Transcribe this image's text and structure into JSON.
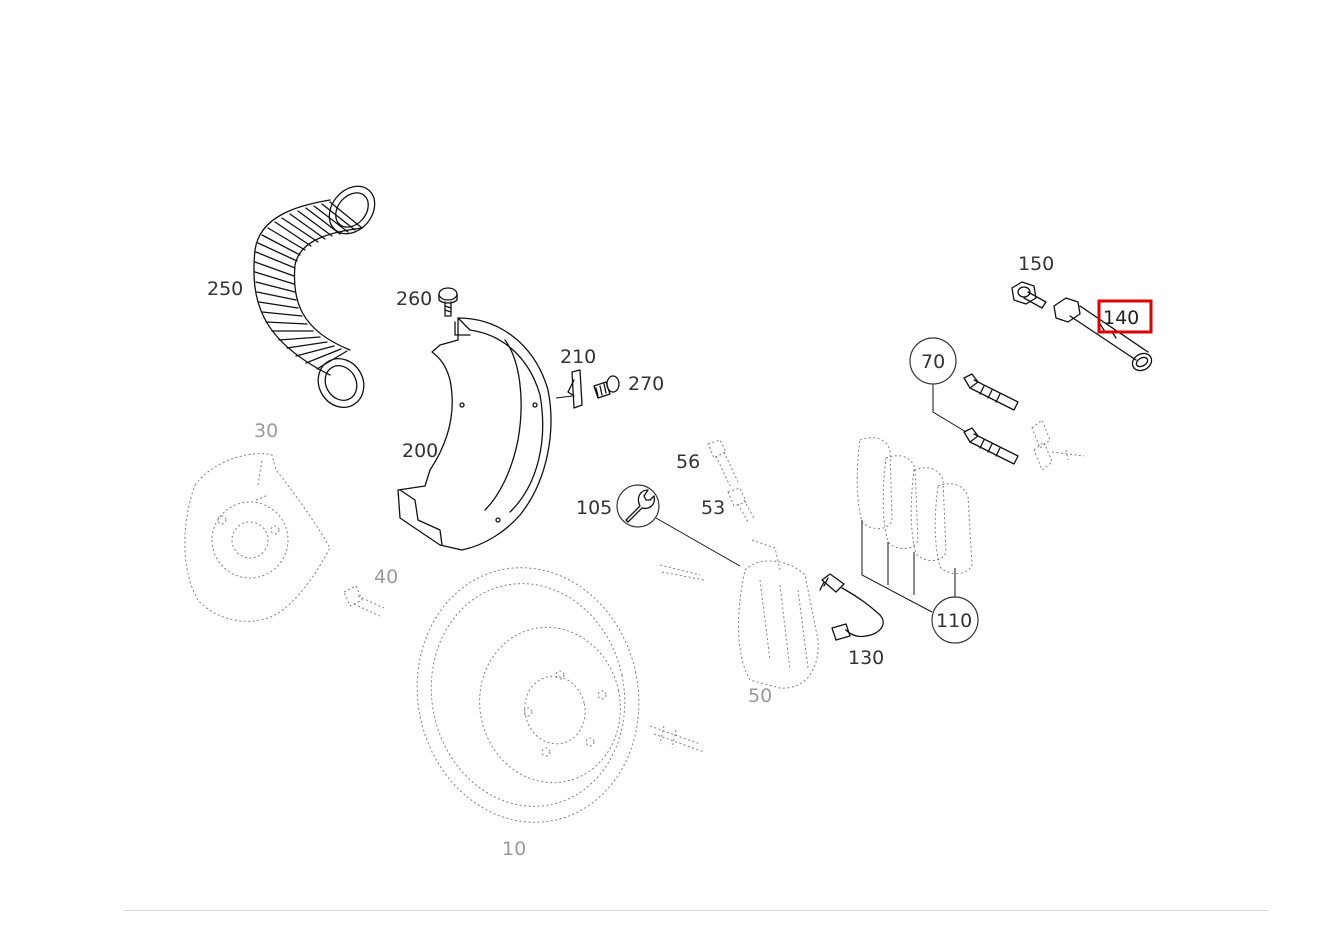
{
  "diagram": {
    "highlighted_part": "140",
    "labels": {
      "p250": "250",
      "p260": "260",
      "p210": "210",
      "p270": "270",
      "p200": "200",
      "p150": "150",
      "p140": "140",
      "p70": "70",
      "p56": "56",
      "p53": "53",
      "p105": "105",
      "p110": "110",
      "p130": "130",
      "p50": "50",
      "p10": "10",
      "p30": "30",
      "p40": "40"
    },
    "colors": {
      "highlight": "#e00000",
      "line": "#111111"
    }
  }
}
